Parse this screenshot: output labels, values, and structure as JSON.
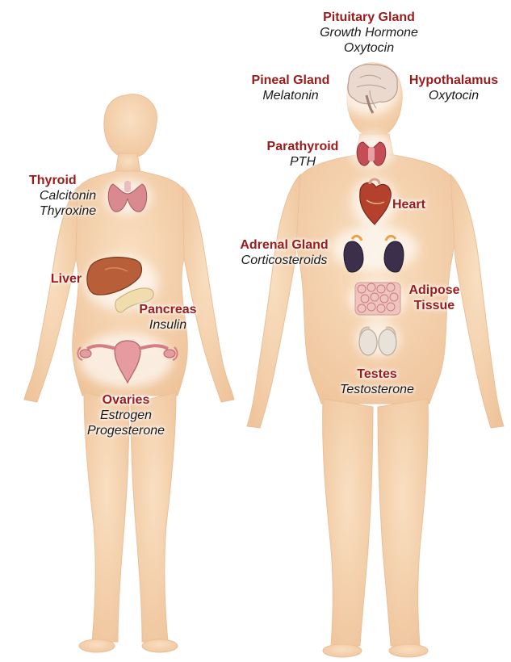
{
  "colors": {
    "skin": "#f4d2ad",
    "skin_edge": "#e8b98d",
    "organ_label": "#9b1b1b",
    "hormone_label": "#1a1a1a",
    "thyroid": "#d98a8f",
    "liver": "#b85f3a",
    "pancreas": "#f1dcae",
    "ovaries": "#e59ba0",
    "heart": "#b3412d",
    "adrenal": "#3b2f4c",
    "adipose": "#eec3c0",
    "testes": "#e8e2d8",
    "brain": "#e9d9cf"
  },
  "labels": {
    "pituitary": {
      "organ": "Pituitary Gland",
      "hormones": [
        "Growth Hormone",
        "Oxytocin"
      ]
    },
    "pineal": {
      "organ": "Pineal Gland",
      "hormones": [
        "Melatonin"
      ]
    },
    "hypothalamus": {
      "organ": "Hypothalamus",
      "hormones": [
        "Oxytocin"
      ]
    },
    "parathyroid": {
      "organ": "Parathyroid",
      "hormones": [
        "PTH"
      ]
    },
    "heart": {
      "organ": "Heart",
      "hormones": []
    },
    "adrenal": {
      "organ": "Adrenal Gland",
      "hormones": [
        "Corticosteroids"
      ]
    },
    "adipose": {
      "organ": "Adipose",
      "organ2": "Tissue",
      "hormones": []
    },
    "testes": {
      "organ": "Testes",
      "hormones": [
        "Testosterone"
      ]
    },
    "thyroid": {
      "organ": "Thyroid",
      "hormones": [
        "Calcitonin",
        "Thyroxine"
      ]
    },
    "liver": {
      "organ": "Liver",
      "hormones": []
    },
    "pancreas": {
      "organ": "Pancreas",
      "hormones": [
        "Insulin"
      ]
    },
    "ovaries": {
      "organ": "Ovaries",
      "hormones": [
        "Estrogen",
        "Progesterone"
      ]
    }
  }
}
